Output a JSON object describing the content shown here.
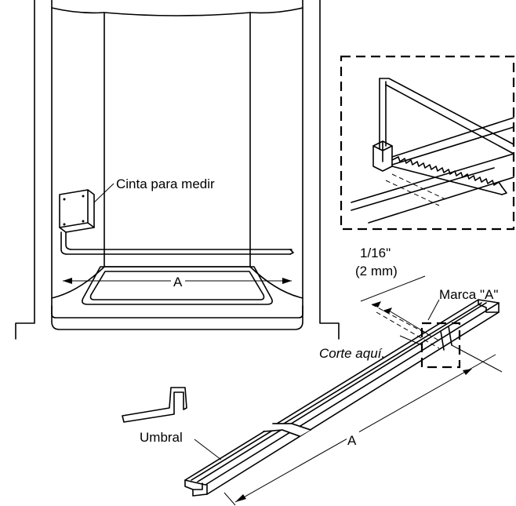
{
  "labels": {
    "tape_measure": "Cinta para medir",
    "dimension_a_enclosure": "A",
    "fraction": "1/16\"",
    "metric": "(2 mm)",
    "mark_a": "Marca \"A\"",
    "cut_here": "Corte aquí.",
    "threshold": "Umbral",
    "dimension_a_threshold": "A"
  }
}
